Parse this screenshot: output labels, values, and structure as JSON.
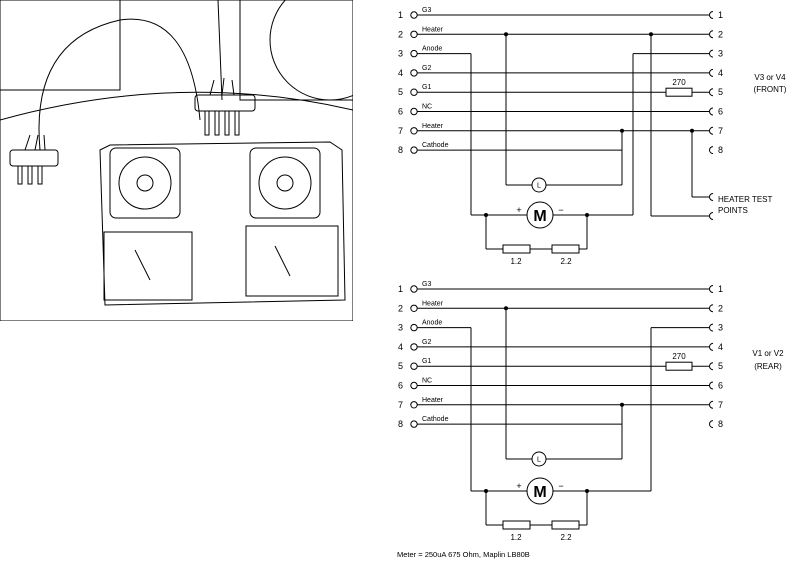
{
  "photo": {
    "caption": ""
  },
  "pin_numbers": [
    "1",
    "2",
    "3",
    "4",
    "5",
    "6",
    "7",
    "8"
  ],
  "front": {
    "pin_labels": [
      "G3",
      "Heater",
      "Anode",
      "G2",
      "G1",
      "NC",
      "Heater",
      "Cathode"
    ],
    "resistor_g1": "270",
    "side_title": "V3 or V4",
    "side_subtitle": "(FRONT)",
    "heater_test_line1": "HEATER TEST",
    "heater_test_line2": "POINTS",
    "meter_symbol": "M",
    "meter_plus": "+",
    "meter_minus": "−",
    "lamp_symbol": "L",
    "resistor_a": "1.2",
    "resistor_b": "2.2"
  },
  "rear": {
    "pin_labels": [
      "G3",
      "Heater",
      "Anode",
      "G2",
      "G1",
      "NC",
      "Heater",
      "Cathode"
    ],
    "resistor_g1": "270",
    "side_title": "V1 or V2",
    "side_subtitle": "(REAR)",
    "meter_symbol": "M",
    "meter_plus": "+",
    "meter_minus": "−",
    "lamp_symbol": "L",
    "resistor_a": "1.2",
    "resistor_b": "2.2"
  },
  "note": "Meter = 250uA 675 Ohm, Maplin LB80B"
}
